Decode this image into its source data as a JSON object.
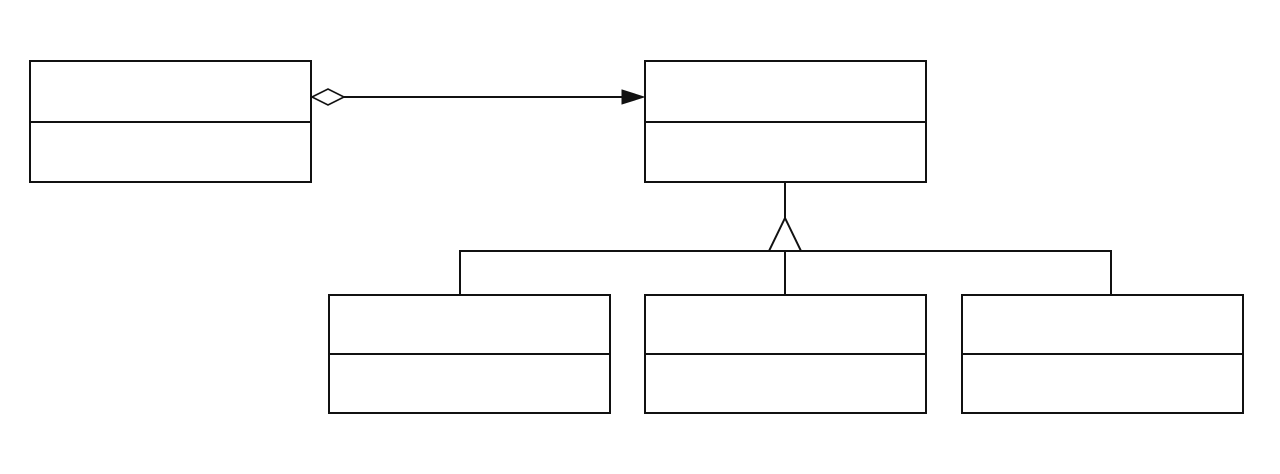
{
  "diagram": {
    "type": "uml-class-diagram",
    "colors": {
      "line": "#111111",
      "fill": "#ffffff"
    },
    "classes": [
      {
        "id": "client",
        "name": "",
        "compartments": 2
      },
      {
        "id": "component",
        "name": "",
        "compartments": 2
      },
      {
        "id": "child-1",
        "name": "",
        "compartments": 2
      },
      {
        "id": "child-2",
        "name": "",
        "compartments": 2
      },
      {
        "id": "child-3",
        "name": "",
        "compartments": 2
      }
    ],
    "relationships": [
      {
        "type": "aggregation",
        "from": "client",
        "to": "component",
        "label": ""
      },
      {
        "type": "generalization",
        "from": "child-1",
        "to": "component"
      },
      {
        "type": "generalization",
        "from": "child-2",
        "to": "component"
      },
      {
        "type": "generalization",
        "from": "child-3",
        "to": "component"
      }
    ]
  }
}
